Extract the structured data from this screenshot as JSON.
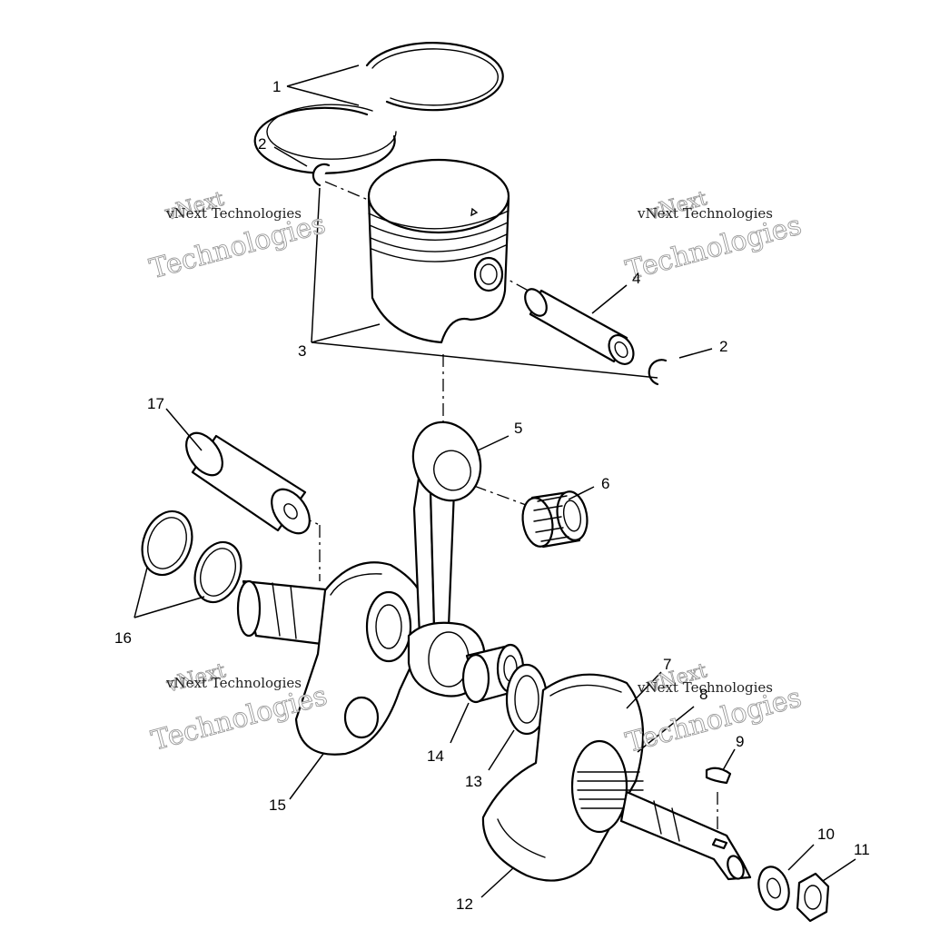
{
  "callouts": {
    "c1": "1",
    "c2a": "2",
    "c2b": "2",
    "c3": "3",
    "c4": "4",
    "c5": "5",
    "c6": "6",
    "c7": "7",
    "c8": "8",
    "c9": "9",
    "c10": "10",
    "c11": "11",
    "c12": "12",
    "c13": "13",
    "c14": "14",
    "c15": "15",
    "c16": "16",
    "c17": "17"
  },
  "watermark": {
    "line1": "vNext",
    "line2": "vNext Technologies",
    "line3": "Technologies"
  }
}
